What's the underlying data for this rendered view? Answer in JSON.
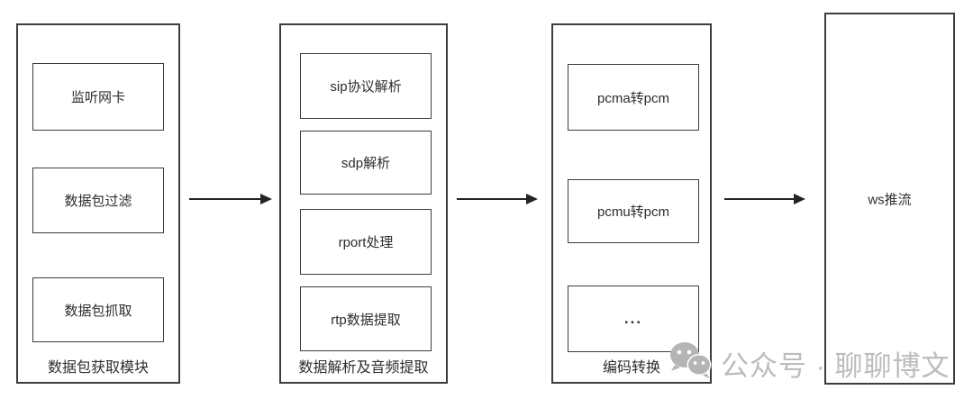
{
  "diagram": {
    "modules": [
      {
        "label": "数据包获取模块",
        "items": [
          "监听网卡",
          "数据包过滤",
          "数据包抓取"
        ]
      },
      {
        "label": "数据解析及音频提取",
        "items": [
          "sip协议解析",
          "sdp解析",
          "rport处理",
          "rtp数据提取"
        ]
      },
      {
        "label": "编码转换",
        "items": [
          "pcma转pcm",
          "pcmu转pcm",
          "..."
        ]
      },
      {
        "label": "ws推流",
        "items": []
      }
    ]
  },
  "watermark": {
    "icon": "wechat-official-account-icon",
    "text": "公众号 · 聊聊博文"
  },
  "colors": {
    "border": "#3d3d3d",
    "text": "#2d2d2d",
    "arrow": "#242424",
    "watermark": "#bcbcbc",
    "background": "#ffffff"
  }
}
